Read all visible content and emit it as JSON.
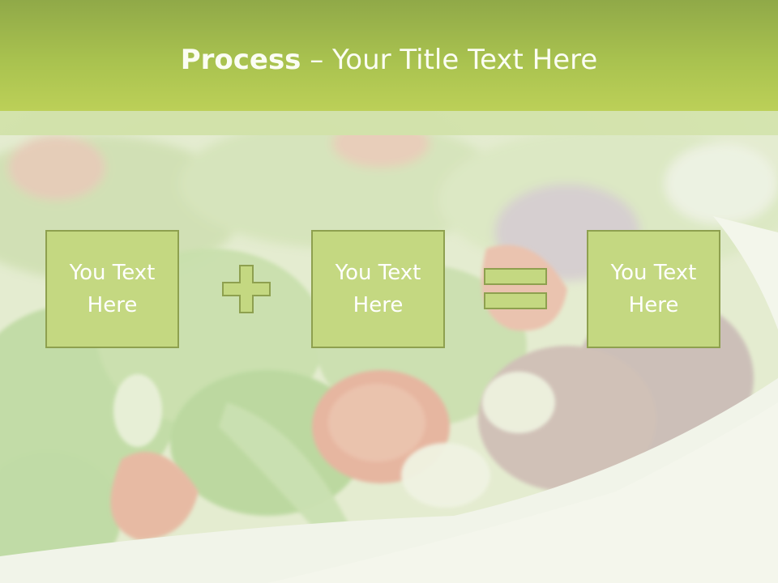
{
  "slide": {
    "title_bold": "Process",
    "title_rest": " – Your Title Text Here"
  },
  "process": {
    "steps": [
      {
        "line1": "You Text",
        "line2": "Here"
      },
      {
        "line1": "You Text",
        "line2": "Here"
      },
      {
        "line1": "You Text",
        "line2": "Here"
      }
    ],
    "operators": [
      "plus-icon",
      "equals-icon"
    ]
  },
  "colors": {
    "title_band": "#a9c24f",
    "box_fill": "#c4d881",
    "box_border": "#8ea04f",
    "text": "#ffffff"
  }
}
